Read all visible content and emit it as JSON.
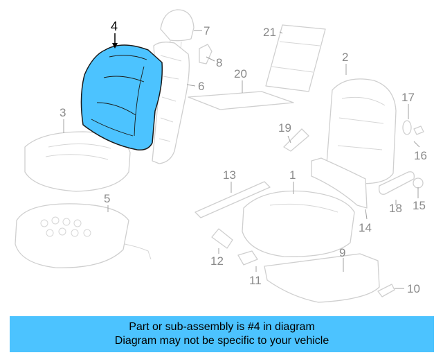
{
  "diagram": {
    "highlighted_part": "4",
    "highlight_color": "#4cc3ff",
    "callouts": {
      "n1": "1",
      "n2": "2",
      "n3": "3",
      "n4": "4",
      "n5": "5",
      "n6": "6",
      "n7": "7",
      "n8": "8",
      "n9": "9",
      "n10": "10",
      "n11": "11",
      "n12": "12",
      "n13": "13",
      "n14": "14",
      "n15": "15",
      "n16": "16",
      "n17": "17",
      "n18": "18",
      "n19": "19",
      "n20": "20",
      "n21": "21"
    }
  },
  "banner": {
    "line1": "Part or sub-assembly is #4 in diagram",
    "line2": "Diagram may not be specific to your vehicle",
    "color": "#4cc3ff"
  }
}
